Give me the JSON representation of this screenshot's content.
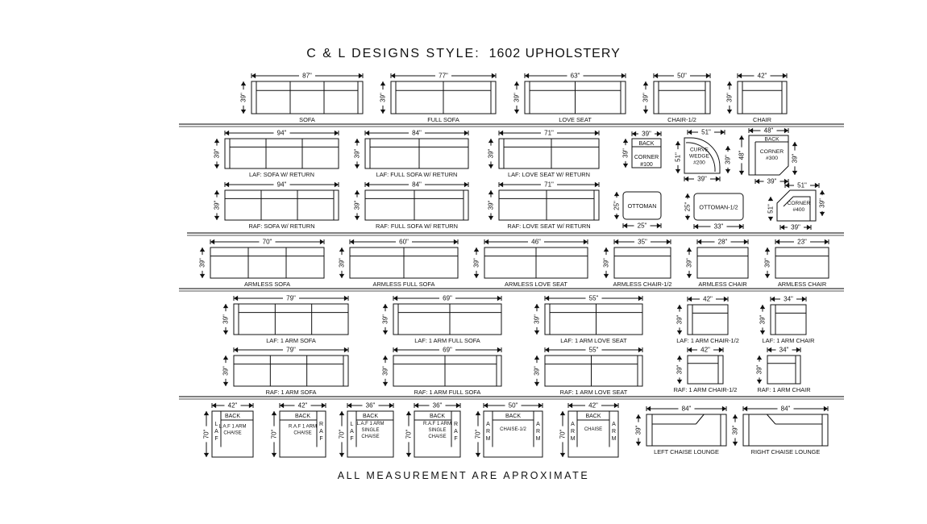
{
  "title": {
    "prefix": "C & L DESIGNS STYLE:",
    "name": "1602 UPHOLSTERY"
  },
  "footer": "ALL MEASUREMENT ARE APROXIMATE",
  "colors": {
    "ink": "#111111",
    "divider": "#555555",
    "background": "#ffffff"
  },
  "pieces": [
    {
      "kind": "sofa",
      "label": "SOFA",
      "width": "87\"",
      "height": "39\"",
      "seats": 3,
      "arms": "both"
    },
    {
      "kind": "sofa",
      "label": "FULL SOFA",
      "width": "77\"",
      "height": "39\"",
      "seats": 2,
      "arms": "both"
    },
    {
      "kind": "sofa",
      "label": "LOVE SEAT",
      "width": "63\"",
      "height": "39\"",
      "seats": 2,
      "arms": "both"
    },
    {
      "kind": "sofa",
      "label": "CHAIR-1/2",
      "width": "50\"",
      "height": "39\"",
      "seats": 1,
      "arms": "both"
    },
    {
      "kind": "sofa",
      "label": "CHAIR",
      "width": "42\"",
      "height": "39\"",
      "seats": 1,
      "arms": "both"
    },
    {
      "kind": "sofa",
      "label": "LAF: SOFA W/ RETURN",
      "width": "94\"",
      "height": "39\"",
      "seats": 3,
      "arms": "left"
    },
    {
      "kind": "sofa",
      "label": "LAF: FULL SOFA W/ RETURN",
      "width": "84\"",
      "height": "39\"",
      "seats": 2,
      "arms": "left"
    },
    {
      "kind": "sofa",
      "label": "LAF: LOVE SEAT W/ RETURN",
      "width": "71\"",
      "height": "39\"",
      "seats": 2,
      "arms": "left"
    },
    {
      "kind": "corner",
      "lines": [
        "BACK",
        "CORNER",
        "#100"
      ],
      "width": "39\"",
      "height": "39\""
    },
    {
      "kind": "wedge",
      "lines": [
        "CURVE",
        "WEDGE",
        "#200"
      ],
      "width": "51\"",
      "height": "51\"",
      "side": "39\"",
      "bottom": "39\""
    },
    {
      "kind": "corner300",
      "lines": [
        "BACK",
        "CORNER",
        "#300"
      ],
      "width": "48\"",
      "height": "48\"",
      "side": "39\"",
      "bottom": "39\""
    },
    {
      "kind": "sofa",
      "label": "RAF: SOFA W/ RETURN",
      "width": "94\"",
      "height": "39\"",
      "seats": 3,
      "arms": "right"
    },
    {
      "kind": "sofa",
      "label": "RAF: FULL SOFA W/ RETURN",
      "width": "84\"",
      "height": "39\"",
      "seats": 2,
      "arms": "right"
    },
    {
      "kind": "sofa",
      "label": "RAF: LOVE SEAT W/ RETURN",
      "width": "71\"",
      "height": "39\"",
      "seats": 2,
      "arms": "right"
    },
    {
      "kind": "ottoman",
      "lines": [
        "OTTOMAN"
      ],
      "width": "25\"",
      "height": "25\""
    },
    {
      "kind": "ottoman",
      "lines": [
        "OTTOMAN-1/2"
      ],
      "width": "33\"",
      "height": "25\""
    },
    {
      "kind": "corner400",
      "lines": [
        "CORNER",
        "#400"
      ],
      "width": "51\"",
      "height": "51\"",
      "side": "39\"",
      "bottom": "39\""
    },
    {
      "kind": "sofa",
      "label": "ARMLESS SOFA",
      "width": "70\"",
      "height": "39\"",
      "seats": 3,
      "arms": "none"
    },
    {
      "kind": "sofa",
      "label": "ARMLESS FULL SOFA",
      "width": "60\"",
      "height": "39\"",
      "seats": 2,
      "arms": "none"
    },
    {
      "kind": "sofa",
      "label": "ARMLESS LOVE SEAT",
      "width": "46\"",
      "height": "39\"",
      "seats": 2,
      "arms": "none"
    },
    {
      "kind": "sofa",
      "label": "ARMLESS CHAIR-1/2",
      "width": "35\"",
      "height": "39\"",
      "seats": 1,
      "arms": "none"
    },
    {
      "kind": "sofa",
      "label": "ARMLESS CHAIR",
      "width": "28\"",
      "height": "39\"",
      "seats": 1,
      "arms": "none"
    },
    {
      "kind": "sofa",
      "label": "ARMLESS CHAIR",
      "width": "23\"",
      "height": "39\"",
      "seats": 1,
      "arms": "none"
    },
    {
      "kind": "sofa",
      "label": "LAF: 1 ARM SOFA",
      "width": "79\"",
      "height": "39\"",
      "seats": 3,
      "arms": "left"
    },
    {
      "kind": "sofa",
      "label": "LAF: 1 ARM FULL SOFA",
      "width": "69\"",
      "height": "39\"",
      "seats": 2,
      "arms": "left"
    },
    {
      "kind": "sofa",
      "label": "LAF: 1 ARM LOVE SEAT",
      "width": "55\"",
      "height": "39\"",
      "seats": 2,
      "arms": "left"
    },
    {
      "kind": "sofa",
      "label": "LAF: 1 ARM CHAIR-1/2",
      "width": "42\"",
      "height": "39\"",
      "seats": 1,
      "arms": "left"
    },
    {
      "kind": "sofa",
      "label": "LAF: 1 ARM CHAIR",
      "width": "34\"",
      "height": "39\"",
      "seats": 1,
      "arms": "left"
    },
    {
      "kind": "sofa",
      "label": "RAF: 1 ARM SOFA",
      "width": "79\"",
      "height": "39\"",
      "seats": 3,
      "arms": "right"
    },
    {
      "kind": "sofa",
      "label": "RAF: 1 ARM FULL SOFA",
      "width": "69\"",
      "height": "39\"",
      "seats": 2,
      "arms": "right"
    },
    {
      "kind": "sofa",
      "label": "RAF: 1 ARM LOVE SEAT",
      "width": "55\"",
      "height": "39\"",
      "seats": 2,
      "arms": "right"
    },
    {
      "kind": "sofa",
      "label": "RAF: 1 ARM CHAIR-1/2",
      "width": "42\"",
      "height": "39\"",
      "seats": 1,
      "arms": "right"
    },
    {
      "kind": "sofa",
      "label": "RAF: 1 ARM CHAIR",
      "width": "34\"",
      "height": "39\"",
      "seats": 1,
      "arms": "right"
    },
    {
      "kind": "chaise",
      "side": "left",
      "lines": [
        "L.A.F 1 ARM",
        "CHAISE"
      ],
      "armText": "LAF",
      "width": "42\"",
      "height": "70\""
    },
    {
      "kind": "chaise",
      "side": "right",
      "lines": [
        "R.A.F 1 ARM",
        "CHAISE"
      ],
      "armText": "RAF",
      "width": "42\"",
      "height": "70\""
    },
    {
      "kind": "chaise",
      "side": "left",
      "lines": [
        "L.A.F 1 ARM",
        "SINGLE",
        "CHAISE"
      ],
      "armText": "LAF",
      "width": "36\"",
      "height": "70\""
    },
    {
      "kind": "chaise",
      "side": "right",
      "lines": [
        "R.A.F 1 ARM",
        "SINGLE",
        "CHAISE"
      ],
      "armText": "RAF",
      "width": "36\"",
      "height": "70\""
    },
    {
      "kind": "chaise",
      "side": "both",
      "lines": [
        "CHAISE-1/2"
      ],
      "armText": "ARM",
      "width": "50\"",
      "height": "70\""
    },
    {
      "kind": "chaise",
      "side": "both",
      "lines": [
        "CHAISE"
      ],
      "armText": "ARM",
      "width": "42\"",
      "height": "70\""
    },
    {
      "kind": "lounge",
      "side": "left",
      "label": "LEFT CHAISE LOUNGE",
      "width": "84\"",
      "height": "39\""
    },
    {
      "kind": "lounge",
      "side": "right",
      "label": "RIGHT CHAISE LOUNGE",
      "width": "84\"",
      "height": "39\""
    }
  ],
  "back_label": "BACK"
}
